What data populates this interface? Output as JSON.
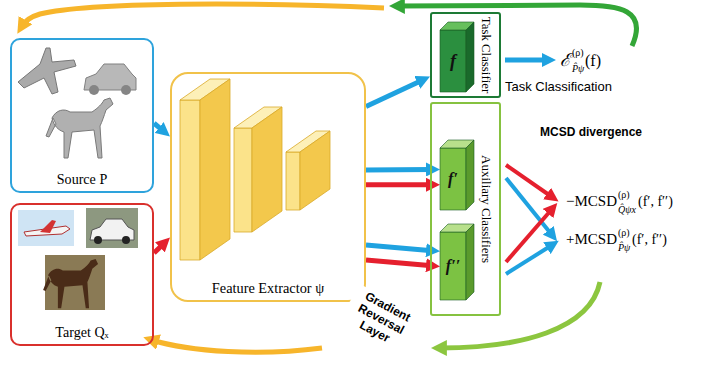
{
  "diagram": {
    "nodes": [
      {
        "text": [
          "Source P"
        ]
      },
      {
        "text": [
          "Target Qₓ"
        ]
      },
      {
        "text": [
          "Feature Extractor ψ"
        ]
      },
      {
        "text": [
          "Task Classifier"
        ]
      },
      {
        "text": [
          "f"
        ],
        "in": 3
      },
      {
        "text": [
          "Auxiliary Classifiers"
        ]
      },
      {
        "text": [
          "f′"
        ],
        "in": 5
      },
      {
        "text": [
          "f′′"
        ],
        "in": 5
      }
    ],
    "edges": [
      {
        "from": 0,
        "to": 2,
        "arrow": "to"
      },
      {
        "from": 1,
        "to": 2,
        "arrow": "to"
      },
      {
        "from": 2,
        "to": 3,
        "arrow": "to"
      },
      {
        "from": 2,
        "to": 6,
        "arrow": "to"
      },
      {
        "from": 2,
        "to": 6,
        "arrow": "to"
      },
      {
        "from": 2,
        "to": 7,
        "arrow": "to"
      },
      {
        "from": 2,
        "to": 7,
        "arrow": "to"
      }
    ],
    "labels": [
      "ℰ",
      "(ρ)",
      "P̂ψ",
      "(f)",
      "Task Classification",
      "MCSD divergence",
      "−MCSD",
      "(ρ)",
      "Q̂ψx",
      "(f′, f′′)",
      "+MCSD",
      "(ρ)",
      "P̂ψ",
      "(f′, f′′)",
      "Gradient Reversal Layer"
    ]
  }
}
